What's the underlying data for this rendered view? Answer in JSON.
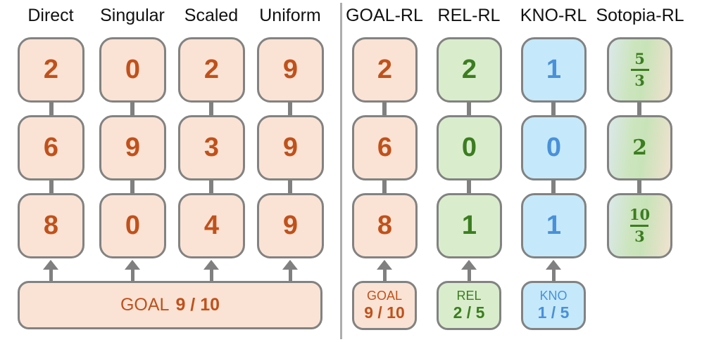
{
  "left": {
    "columns": [
      {
        "header": "Direct",
        "values": [
          "2",
          "6",
          "8"
        ]
      },
      {
        "header": "Singular",
        "values": [
          "0",
          "9",
          "0"
        ]
      },
      {
        "header": "Scaled",
        "values": [
          "2",
          "3",
          "4"
        ]
      },
      {
        "header": "Uniform",
        "values": [
          "9",
          "9",
          "9"
        ]
      }
    ],
    "bottom": {
      "label": "GOAL",
      "value": "9 / 10"
    }
  },
  "right": {
    "columns": [
      {
        "header": "GOAL-RL",
        "values": [
          "2",
          "6",
          "8"
        ],
        "bottom": {
          "label": "GOAL",
          "value": "9 / 10"
        }
      },
      {
        "header": "REL-RL",
        "values": [
          "2",
          "0",
          "1"
        ],
        "bottom": {
          "label": "REL",
          "value": "2 / 5"
        }
      },
      {
        "header": "KNO-RL",
        "values": [
          "1",
          "0",
          "1"
        ],
        "bottom": {
          "label": "KNO",
          "value": "1 / 5"
        }
      },
      {
        "header": "Sotopia-RL",
        "values": [
          {
            "num": "5",
            "den": "3"
          },
          "2",
          {
            "num": "10",
            "den": "3"
          }
        ]
      }
    ]
  },
  "colors": {
    "orange_fill": "#FAE3D5",
    "orange_text": "#C0511B",
    "green_fill": "#D9EDCC",
    "green_text": "#3C7D20",
    "blue_fill": "#C5E9FA",
    "blue_text": "#4A90D9",
    "gradient_left": "#DBE8EA",
    "gradient_mid": "#C8E3B8",
    "gradient_right": "#EEE2CF",
    "border_gray": "#828282",
    "arrow_gray": "#808080",
    "divider_gray": "#ADADAD"
  }
}
